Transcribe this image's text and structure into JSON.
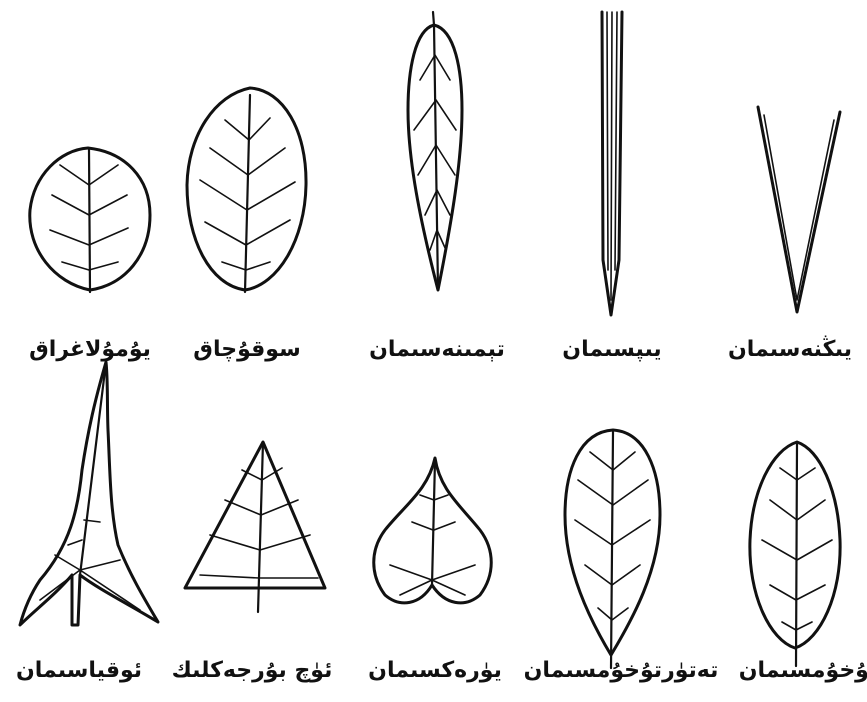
{
  "row_top": [
    {
      "label": "يۇمۇلاغراق"
    },
    {
      "label": "سوقۇچاق"
    },
    {
      "label": "تېمىنەسىمان"
    },
    {
      "label": "يىپسىمان"
    },
    {
      "label": "يىڭنەسىمان"
    }
  ],
  "row_bottom": [
    {
      "label": "ئوقياسىمان"
    },
    {
      "label": "ئۈچ بۇرجەكلىك"
    },
    {
      "label": "يۈرەكسىمان"
    },
    {
      "label": "تەتۈرتۇخۇمسىمان"
    },
    {
      "label": "تۇخۇمسىمان"
    }
  ],
  "colors": {
    "ink": "#111111",
    "background": "#ffffff"
  }
}
